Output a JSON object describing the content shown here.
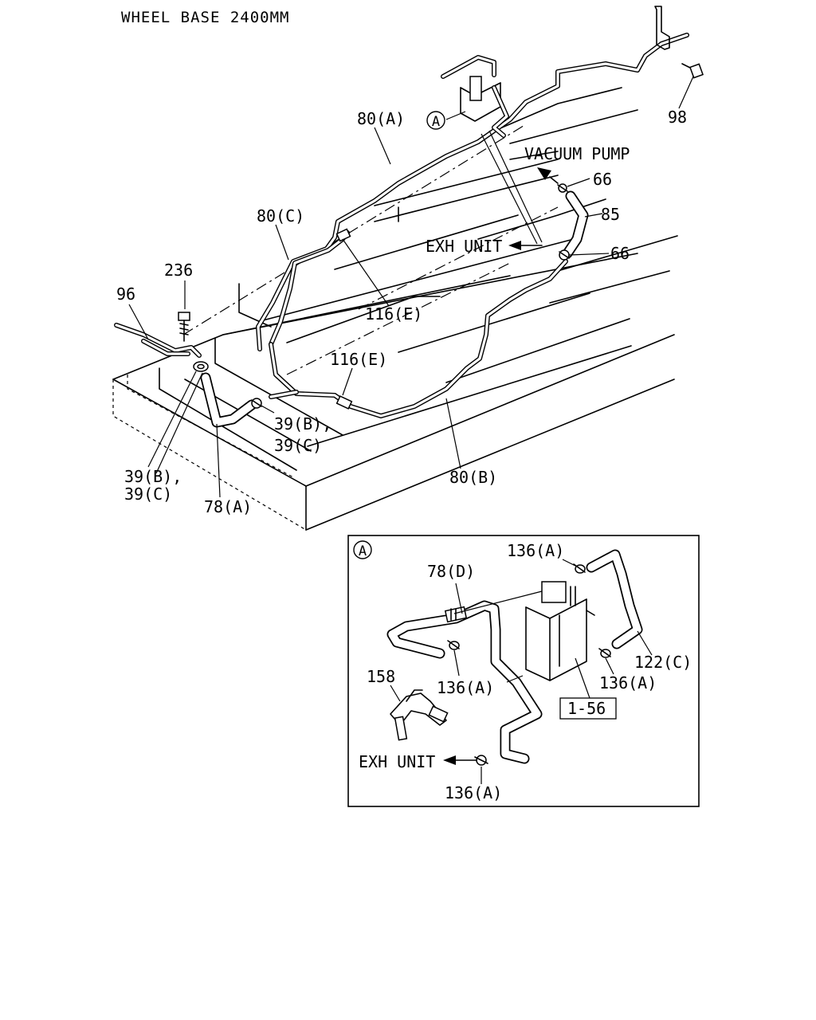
{
  "title": "WHEEL BASE 2400MM",
  "labels": {
    "p98": "98",
    "p80a": "80(A)",
    "circA": "A",
    "vacuum_pump": "VACUUM PUMP",
    "p66_top": "66",
    "p85": "85",
    "p66_bot": "66",
    "exh_unit_main": "EXH UNIT",
    "p80c": "80(C)",
    "p236": "236",
    "p96": "96",
    "p116e_1": "116(E)",
    "p116e_2": "116(E)",
    "p39_mid_1": "39(B),",
    "p39_mid_2": "39(C)",
    "p39_left_1": "39(B),",
    "p39_left_2": "39(C)",
    "p78a": "78(A)",
    "p80b": "80(B)"
  },
  "inset": {
    "marker": "A",
    "p136_top": "136(A)",
    "p78d": "78(D)",
    "p122c": "122(C)",
    "p136_right": "136(A)",
    "p136_mid": "136(A)",
    "p158": "158",
    "p1_56": "1-56",
    "exh_unit": "EXH UNIT",
    "p136_bot": "136(A)"
  }
}
